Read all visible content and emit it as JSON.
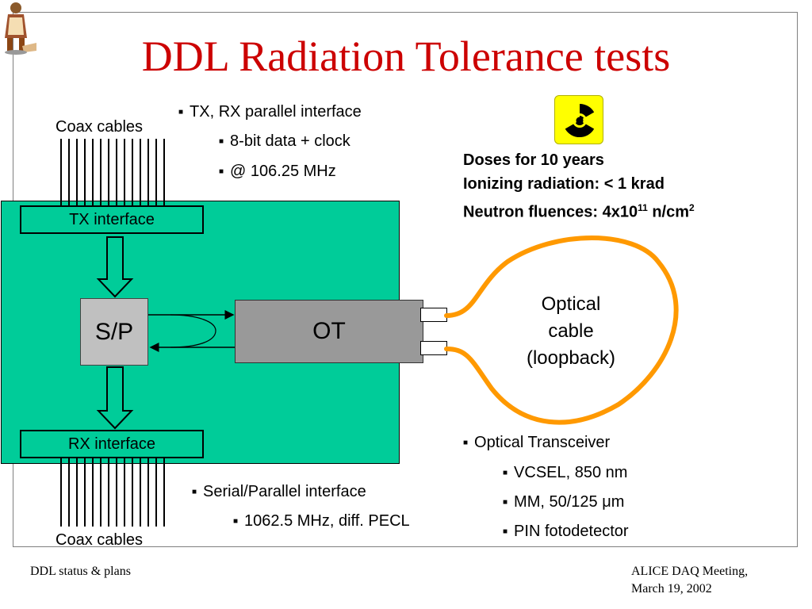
{
  "title": "DDL Radiation Tolerance tests",
  "diagram": {
    "coax_top": "Coax cables",
    "coax_bottom": "Coax cables",
    "tx_interface": "TX interface",
    "rx_interface": "RX interface",
    "sp": "S/P",
    "ot": "OT",
    "optical_line1": "Optical",
    "optical_line2": "cable",
    "optical_line3": "(loopback)"
  },
  "bullets_top": {
    "main": "TX, RX parallel interface",
    "sub1": "8-bit data + clock",
    "sub2": "@ 106.25 MHz"
  },
  "doses": {
    "line1": "Doses for 10 years",
    "line2": "Ionizing radiation: < 1 krad",
    "line3_prefix": "Neutron fluences: 4x10",
    "line3_exp": "11",
    "line3_unit": " n/cm",
    "line3_unit_exp": "2"
  },
  "bullets_optical": {
    "main": "Optical Transceiver",
    "sub1": "VCSEL, 850 nm",
    "sub2_prefix": "MM, 50/125 ",
    "sub2_mu": "μ",
    "sub2_suffix": "m",
    "sub3": "PIN fotodetector"
  },
  "bullets_serial": {
    "main": "Serial/Parallel interface",
    "sub1": "1062.5 MHz, diff. PECL"
  },
  "footer": {
    "left": "DDL status & plans",
    "right_line1": "ALICE DAQ Meeting,",
    "right_line2": "March 19, 2002"
  },
  "colors": {
    "title": "#cc0000",
    "board": "#00cc99",
    "fiber": "#ff9900",
    "radiation_sign": "#ffff00"
  },
  "icons": [
    "radiation-icon",
    "jester-logo-icon",
    "bullet-square-icon"
  ]
}
